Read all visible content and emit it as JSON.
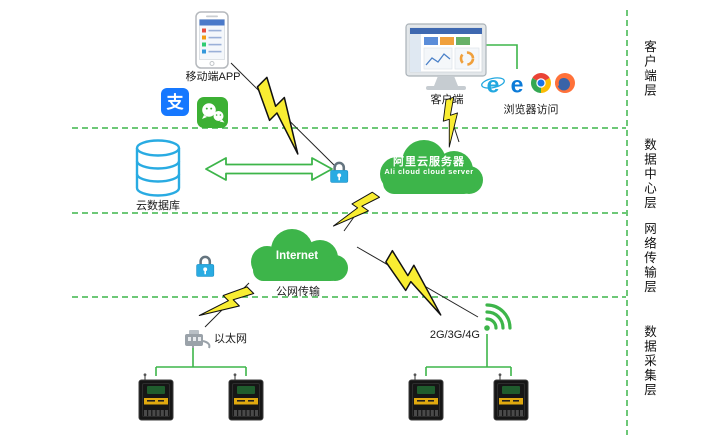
{
  "layers": [
    {
      "label": "客户端层"
    },
    {
      "label": "数据中心层"
    },
    {
      "label": "网络传输层"
    },
    {
      "label": "数据采集层"
    }
  ],
  "nodes": {
    "mobile_app": {
      "label": "移动端APP"
    },
    "client_pc": {
      "label": "客户端"
    },
    "browsers": {
      "label": "浏览器访问"
    },
    "ali_cloud": {
      "label_cn": "阿里云服务器",
      "label_en": "Ali cloud cloud server"
    },
    "cloud_db": {
      "label": "云数据库"
    },
    "internet": {
      "label": "Internet",
      "sublabel": "公网传输"
    },
    "ethernet": {
      "label": "以太网"
    },
    "cellular": {
      "label": "2G/3G/4G"
    }
  },
  "icons": {
    "alipay": "支",
    "ie": "e",
    "edge": "e"
  },
  "colors": {
    "line_green": "#3db54a",
    "cloud_green": "#3db54a",
    "db_blue": "#29abe2",
    "bolt_yellow": "#f9ed32",
    "alipay_blue": "#1678ff",
    "wechat_green": "#3cb034"
  }
}
